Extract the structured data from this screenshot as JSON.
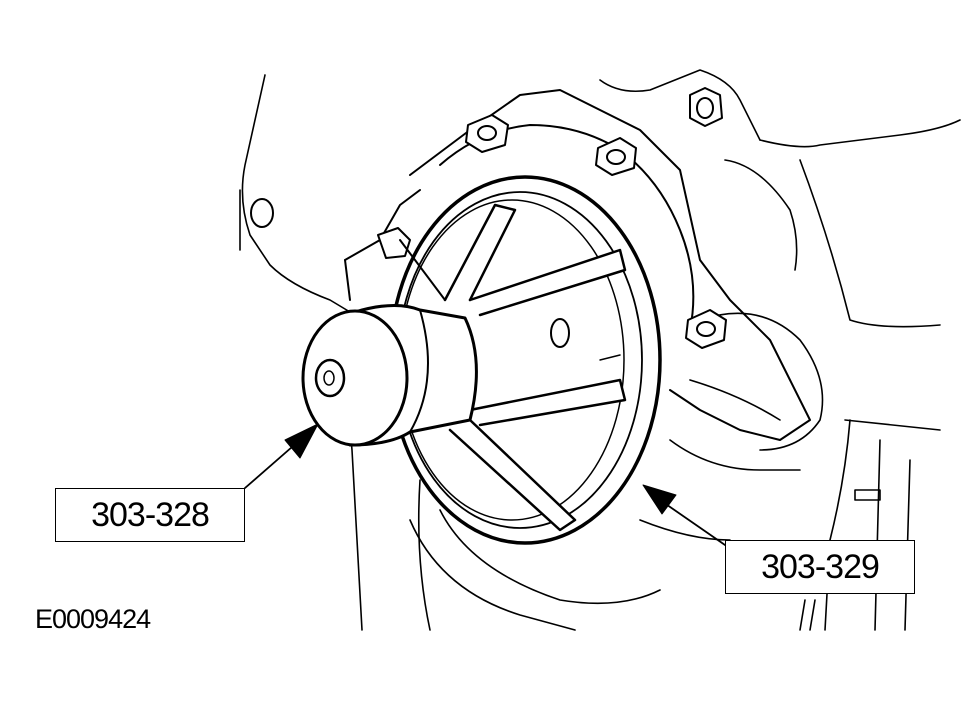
{
  "labels": {
    "tool_left": "303-328",
    "tool_right": "303-329"
  },
  "figure_id": "E0009424",
  "colors": {
    "line": "#000000",
    "background": "#ffffff"
  }
}
